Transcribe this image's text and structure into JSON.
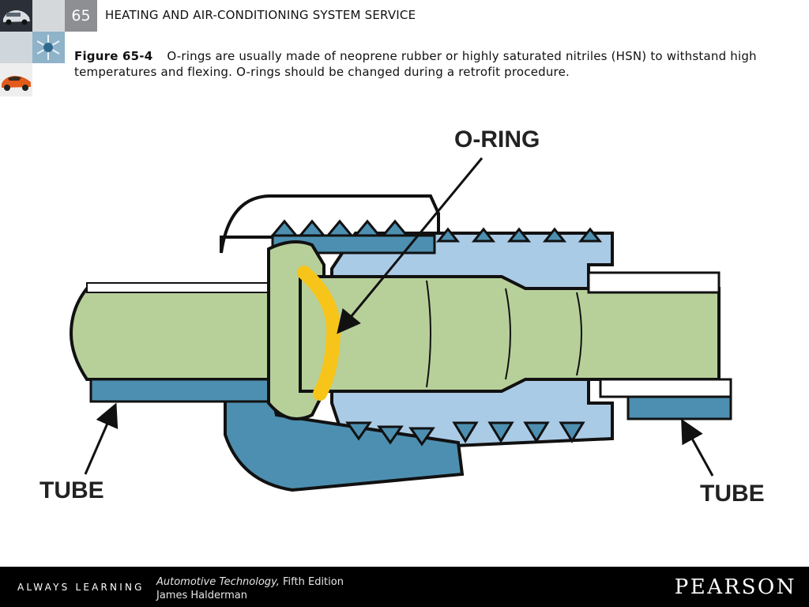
{
  "header": {
    "chapter_number": "65",
    "title": "HEATING AND AIR-CONDITIONING SYSTEM SERVICE"
  },
  "caption": {
    "figure_label": "Figure 65-4",
    "text": "O-rings are usually made of neoprene rubber or highly saturated nitriles (HSN) to withstand high temperatures and flexing. O-rings should be changed during a retrofit procedure."
  },
  "figure": {
    "label_oring": "O-RING",
    "label_tube_left": "TUBE",
    "label_tube_right": "TUBE",
    "colors": {
      "tube_green": "#b7d09a",
      "fitting_light_blue": "#aacbe6",
      "fitting_dark_blue": "#4d8fb0",
      "oring_yellow": "#f7c41a",
      "outline": "#111111"
    }
  },
  "footer": {
    "tagline": "ALWAYS LEARNING",
    "book_title": "Automotive Technology,",
    "edition": " Fifth Edition",
    "author": "James Halderman",
    "publisher": "PEARSON"
  }
}
